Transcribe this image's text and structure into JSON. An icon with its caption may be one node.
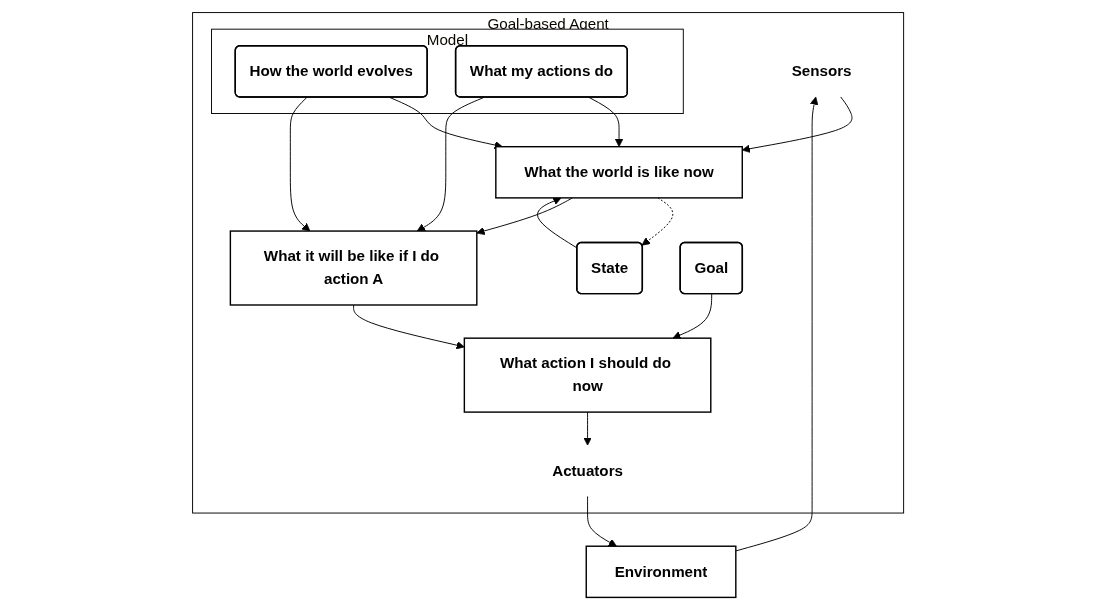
{
  "diagram": {
    "nodes": [
      {
        "text": [
          "Goal-based Agent"
        ]
      },
      {
        "text": [
          "Environment"
        ]
      },
      {
        "text": [
          "Sensors"
        ],
        "in": 0
      },
      {
        "text": [
          "State"
        ],
        "in": 0
      },
      {
        "text": [
          "Model"
        ],
        "in": 0
      },
      {
        "text": [
          "How the world evolves"
        ],
        "in": 4
      },
      {
        "text": [
          "What my actions do"
        ],
        "in": 4
      },
      {
        "text": [
          "What the world is like now"
        ],
        "in": 0
      },
      {
        "text": [
          "What it will be like if I do action A"
        ],
        "in": 0
      },
      {
        "text": [
          "Goal"
        ],
        "in": 0
      },
      {
        "text": [
          "What action I should do now"
        ],
        "in": 0
      },
      {
        "text": [
          "Actuators"
        ],
        "in": 0
      }
    ],
    "edges": [
      {
        "from": 1,
        "to": 2,
        "arrow": "to"
      },
      {
        "from": 2,
        "to": 7,
        "arrow": "to"
      },
      {
        "from": 7,
        "to": 3,
        "arrow": "to",
        "style": "dashed"
      },
      {
        "from": 3,
        "to": 7,
        "arrow": "to"
      },
      {
        "from": 5,
        "to": 7,
        "arrow": "to"
      },
      {
        "from": 5,
        "to": 8,
        "arrow": "to"
      },
      {
        "from": 6,
        "to": 7,
        "arrow": "to"
      },
      {
        "from": 6,
        "to": 8,
        "arrow": "to"
      },
      {
        "from": 7,
        "to": 8,
        "arrow": "to"
      },
      {
        "from": 8,
        "to": 10,
        "arrow": "to"
      },
      {
        "from": 9,
        "to": 10,
        "arrow": "to"
      },
      {
        "from": 10,
        "to": 11,
        "arrow": "to"
      },
      {
        "from": 11,
        "to": 1,
        "arrow": "to"
      }
    ]
  }
}
